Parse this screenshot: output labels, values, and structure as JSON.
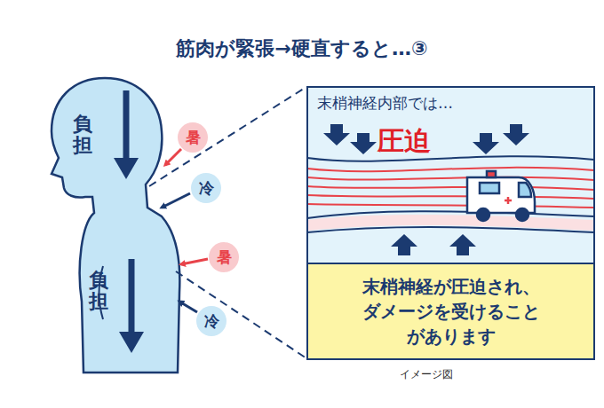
{
  "diagram": {
    "title": "筋肉が緊張→硬直すると…③",
    "caption": "イメージ図",
    "nodes": [
      {
        "text": [
          "暑"
        ]
      },
      {
        "text": [
          "冷"
        ]
      },
      {
        "text": [
          "暑"
        ]
      },
      {
        "text": [
          "冷"
        ]
      },
      {
        "text": [
          "末梢神経内部では…",
          "圧迫"
        ]
      },
      {
        "text": [
          "末梢神経が圧迫され、ダメージを受けることがあります"
        ],
        "in": 4
      }
    ],
    "labels": [
      "負担",
      "負担"
    ]
  }
}
